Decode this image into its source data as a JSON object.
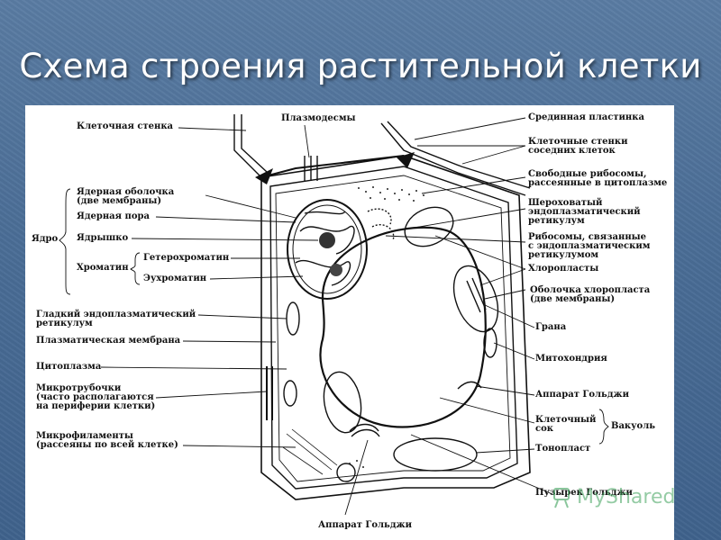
{
  "slide": {
    "title": "Схема строения растительной клетки",
    "watermark": "MyShared"
  },
  "diagram": {
    "labels_left": {
      "cell_wall": "Клеточная стенка",
      "nuclear_envelope": "Ядерная оболочка\n(две мембраны)",
      "nuclear_pore": "Ядерная пора",
      "nucleus": "Ядро",
      "nucleolus": "Ядрышко",
      "chromatin": "Хроматин",
      "heterochromatin": "Гетерохроматин",
      "euchromatin": "Эухроматин",
      "smooth_er": "Гладкий эндоплазматический\nретикулум",
      "plasma_membrane": "Плазматическая мембрана",
      "cytoplasm": "Цитоплазма",
      "microtubules": "Микротрубочки\n(часто располагаются\nна периферии клетки)",
      "microfilaments": "Микрофиламенты\n(рассеяны по всей клетке)"
    },
    "labels_top": {
      "plasmodesmata": "Плазмодесмы"
    },
    "labels_right": {
      "middle_lamella": "Срединная пластинка",
      "neighbor_walls": "Клеточные стенки\nсоседних клеток",
      "free_ribosomes": "Свободные рибосомы,\nрассеянные в цитоплазме",
      "rough_er": "Шероховатый\nэндоплазматический\nретикулум",
      "bound_ribosomes": "Рибосомы, связанные\nс эндоплазматическим\nретикулумом",
      "chloroplasts": "Хлоропласты",
      "chloroplast_envelope": "Оболочка хлоропласта\n(две мембраны)",
      "grana": "Грана",
      "mitochondrion": "Митохондрия",
      "golgi": "Аппарат Гольджи",
      "cell_sap": "Клеточный\nсок",
      "vacuole": "Вакуоль",
      "tonoplast": "Тонопласт",
      "golgi_vesicles": "Пузырек Гольджи"
    },
    "labels_bottom": {
      "golgi_bottom": "Аппарат Гольджи"
    }
  }
}
